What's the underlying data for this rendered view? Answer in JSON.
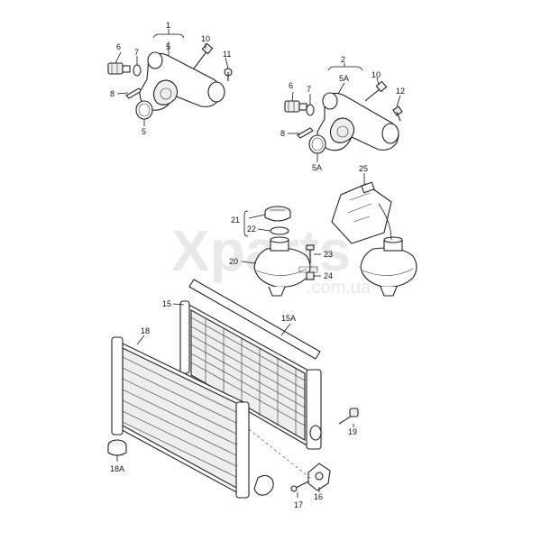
{
  "watermark": {
    "brand": "Xparts",
    "domain": ".com.ua"
  },
  "labels": {
    "l1": "1",
    "l5": "5",
    "l6a": "6",
    "l7a": "7",
    "l8a": "8",
    "l5b": "5",
    "l10a": "10",
    "l11": "11",
    "l2": "2",
    "l5A": "5A",
    "l6b": "6",
    "l7b": "7",
    "l8b": "8",
    "l5Ab": "5A",
    "l10b": "10",
    "l12": "12",
    "l21": "21",
    "l22": "22",
    "l20": "20",
    "l23": "23",
    "l24": "24",
    "l25": "25",
    "l15": "15",
    "l15A": "15A",
    "l18": "18",
    "l18A": "18A",
    "l19": "19",
    "l16": "16",
    "l17": "17"
  }
}
